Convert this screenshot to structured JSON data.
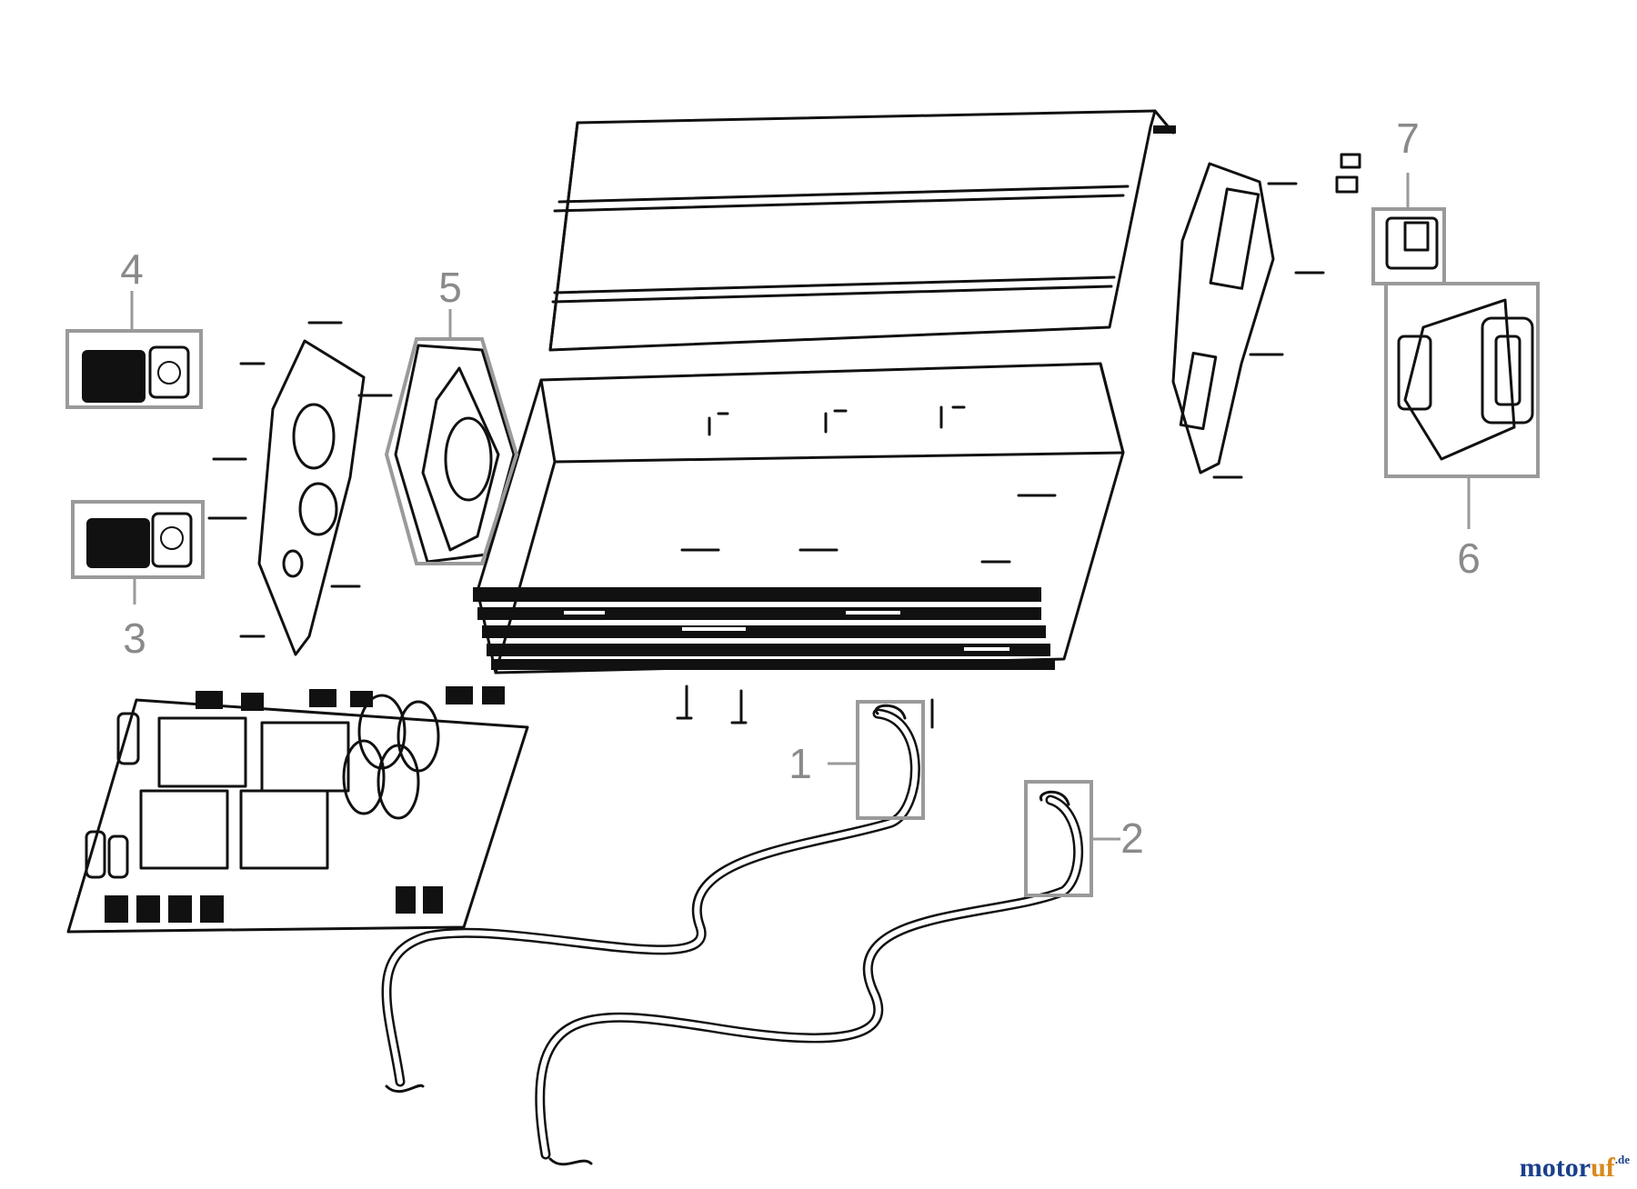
{
  "diagram": {
    "callouts": [
      {
        "id": "1",
        "label": "1"
      },
      {
        "id": "2",
        "label": "2"
      },
      {
        "id": "3",
        "label": "3"
      },
      {
        "id": "4",
        "label": "4"
      },
      {
        "id": "5",
        "label": "5"
      },
      {
        "id": "6",
        "label": "6"
      },
      {
        "id": "7",
        "label": "7"
      }
    ]
  },
  "watermark": {
    "main": "motor",
    "accent": "uf",
    "tld": ".de"
  },
  "colors": {
    "callout": "#8a8a8a",
    "ink": "#111111",
    "watermark_blue": "#1b3f8a",
    "watermark_orange": "#d8891b"
  }
}
